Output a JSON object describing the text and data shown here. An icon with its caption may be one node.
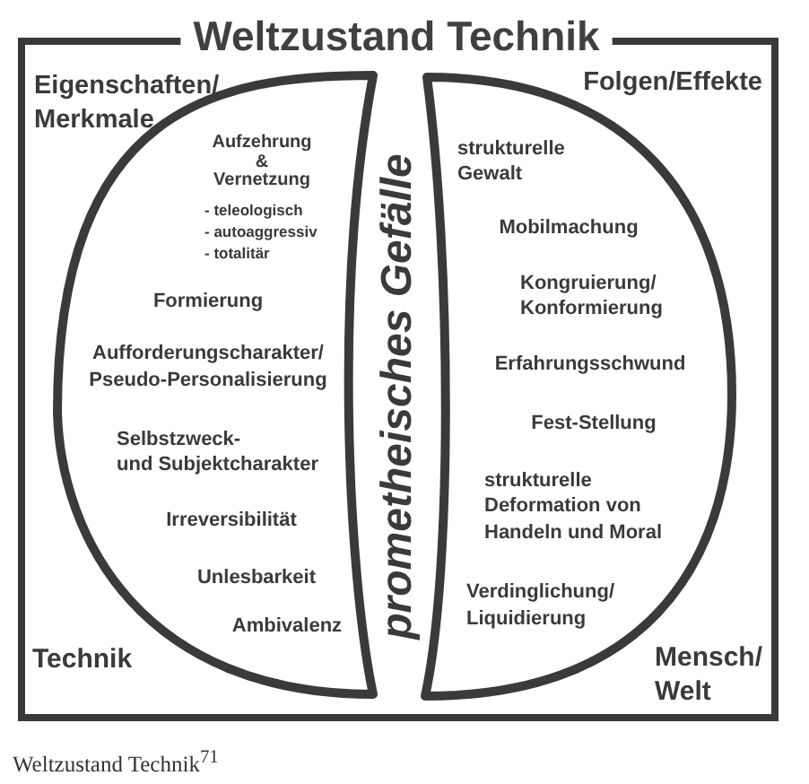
{
  "diagram": {
    "caption": "Weltzustand Technik$^{71}$",
    "nodes": [
      {
        "text": [
          "Weltzustand Technik"
        ]
      },
      {
        "text": [
          "Aufzehrung & Vernetzung",
          "- teleologisch",
          "- autoaggressiv",
          "- totalitär",
          "Formierung",
          "Aufforderungscharakter/ Pseudo-Personalisierung",
          "Selbstzweck- und Subjektcharakter",
          "Irreversibilität",
          "Unlesbarkeit",
          "Ambivalenz"
        ],
        "in": 0,
        "beside": [
          "Eigenschaften/ Merkmale",
          "Technik"
        ]
      },
      {
        "text": [
          "strukturelle Gewalt",
          "Mobilmachung",
          "Kongruierung/ Konformierung",
          "Erfahrungsschwund",
          "Fest-Stellung",
          "strukturelle Deformation von Handeln und Moral",
          "Verdinglichung/ Liquidierung"
        ],
        "in": 0,
        "beside": [
          "Folgen/Effekte",
          "Mensch/ Welt"
        ]
      }
    ],
    "labels": [
      "prometheisches Gefälle"
    ]
  }
}
